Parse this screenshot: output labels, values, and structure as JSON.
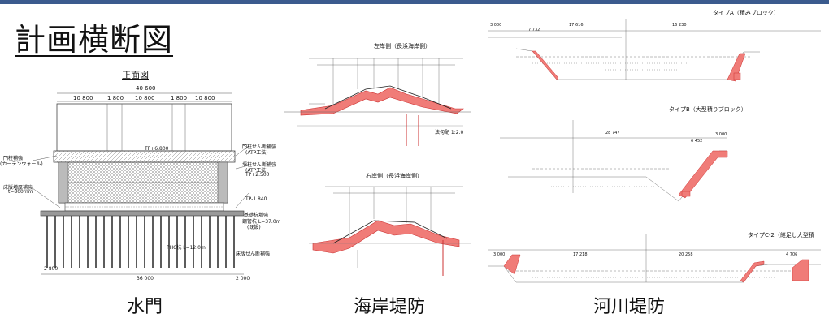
{
  "slide": {
    "title": "計画横断図",
    "captions": {
      "suimon": "水門",
      "kaigan": "海岸堤防",
      "kasen": "河川堤防"
    }
  },
  "suimon": {
    "heading": "正面図",
    "total_width": "40 600",
    "spans": [
      "10 800",
      "1 800",
      "10 800",
      "1 800",
      "10 800"
    ],
    "tp_top": "TP+6.800",
    "tp_mid": "TP+2.500",
    "tp_low": "TP-1.840",
    "bottom_dims": [
      "2 800",
      "36 000",
      "2 000"
    ],
    "left_notes": [
      "門柱補強",
      "(カーテンウォール)",
      "床版増厚補強",
      "t=800mm"
    ],
    "right_notes": [
      "門柱せん断補強",
      "(ATP工法)",
      "堰柱せん断補強",
      "(ATP工法)",
      "基礎杭増強",
      "鋼管杭 L=37.0m",
      "(既設)",
      "床版せん断補強"
    ],
    "pile_note": "PHC杭 L=12.0m"
  },
  "kaigan": {
    "upper_title": "左岸側（長浜海岸側）",
    "upper_sub": "法勾配 1:2.0",
    "lower_title": "右岸側（長浜海岸側）"
  },
  "kasen": {
    "typeA": "タイプA（積みブロック）",
    "typeB": "タイプB（大型積りブロック）",
    "typeC": "タイプC-2（継足し大型積",
    "dims_a": [
      "3 000",
      "7 732",
      "17 616",
      "16 230"
    ],
    "dims_b": [
      "28 747",
      "6 452",
      "3 000"
    ],
    "dims_c": [
      "3 000",
      "17 218",
      "20 258",
      "4 706"
    ]
  },
  "colors": {
    "accent": "#3b5b8e",
    "fill": "#f07c78",
    "hatch": "#9a9a9a"
  }
}
